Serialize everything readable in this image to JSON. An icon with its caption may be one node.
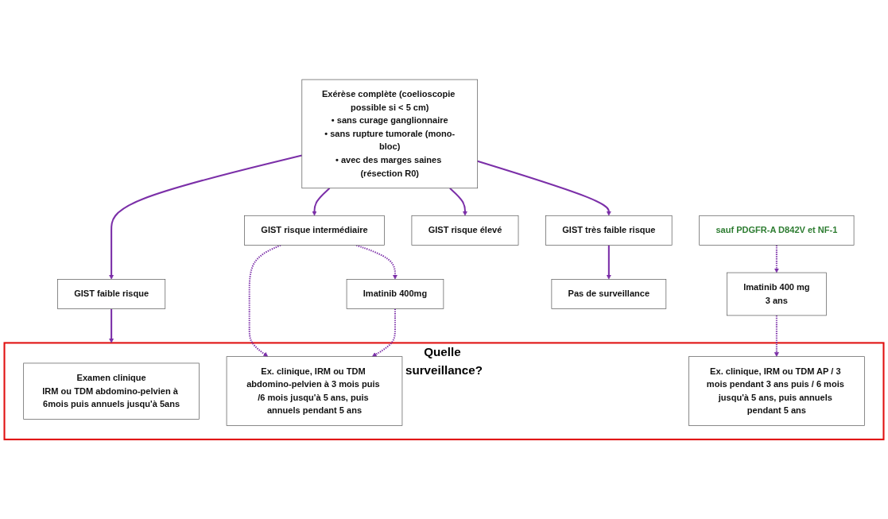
{
  "diagram": {
    "nodes": [
      {
        "text": [
          "Exérèse complète (coelioscopie possible si < 5 cm)",
          "• sans curage ganglionnaire",
          "• sans rupture tumorale (mono-bloc)",
          "• avec des marges saines (résection R0)"
        ]
      },
      {
        "text": [
          "GIST très faible risque"
        ]
      },
      {
        "text": [
          "GIST faible risque"
        ]
      },
      {
        "text": [
          "GIST risque intermédiaire"
        ]
      },
      {
        "text": [
          "GIST risque élevé"
        ]
      },
      {
        "text": [
          "sauf PDGFR-A D842V et NF-1"
        ]
      },
      {
        "text": [
          "Imatinib 400mg"
        ]
      },
      {
        "text": [
          "Imatinib 400 mg",
          "3 ans"
        ]
      },
      {
        "text": [
          "Pas de surveillance"
        ]
      },
      {
        "text": [
          "Quelle surveillance?"
        ]
      },
      {
        "text": [
          "Examen clinique",
          "IRM ou TDM abdomino-pelvien à 6mois puis annuels jusqu'à 5ans"
        ],
        "in": 9
      },
      {
        "text": [
          "Ex. clinique, IRM ou TDM abdomino-pelvien à 3 mois puis /6 mois jusqu'à 5 ans, puis annuels pendant 5 ans"
        ],
        "in": 9
      },
      {
        "text": [
          "Ex. clinique, IRM ou TDM AP / 3 mois pendant 3 ans puis / 6 mois jusqu'à 5 ans, puis annuels pendant 5 ans"
        ],
        "in": 9
      }
    ],
    "edges": [
      {
        "from": 0,
        "to": 1,
        "arrow": "to"
      },
      {
        "from": 0,
        "to": 2,
        "arrow": "to"
      },
      {
        "from": 0,
        "to": 3,
        "arrow": "to"
      },
      {
        "from": 0,
        "to": 4,
        "arrow": "to"
      },
      {
        "from": 1,
        "to": 8,
        "arrow": "to"
      },
      {
        "from": 2,
        "to": 9,
        "arrow": "to"
      },
      {
        "from": 3,
        "to": 11,
        "arrow": "to",
        "style": "dashed"
      },
      {
        "from": 3,
        "to": 6,
        "arrow": "to",
        "style": "dashed"
      },
      {
        "from": 5,
        "to": 7,
        "arrow": "to",
        "style": "dashed"
      },
      {
        "from": 6,
        "to": 11,
        "arrow": "to",
        "style": "dashed"
      },
      {
        "from": 7,
        "to": 12,
        "arrow": "to",
        "style": "dashed"
      }
    ]
  }
}
